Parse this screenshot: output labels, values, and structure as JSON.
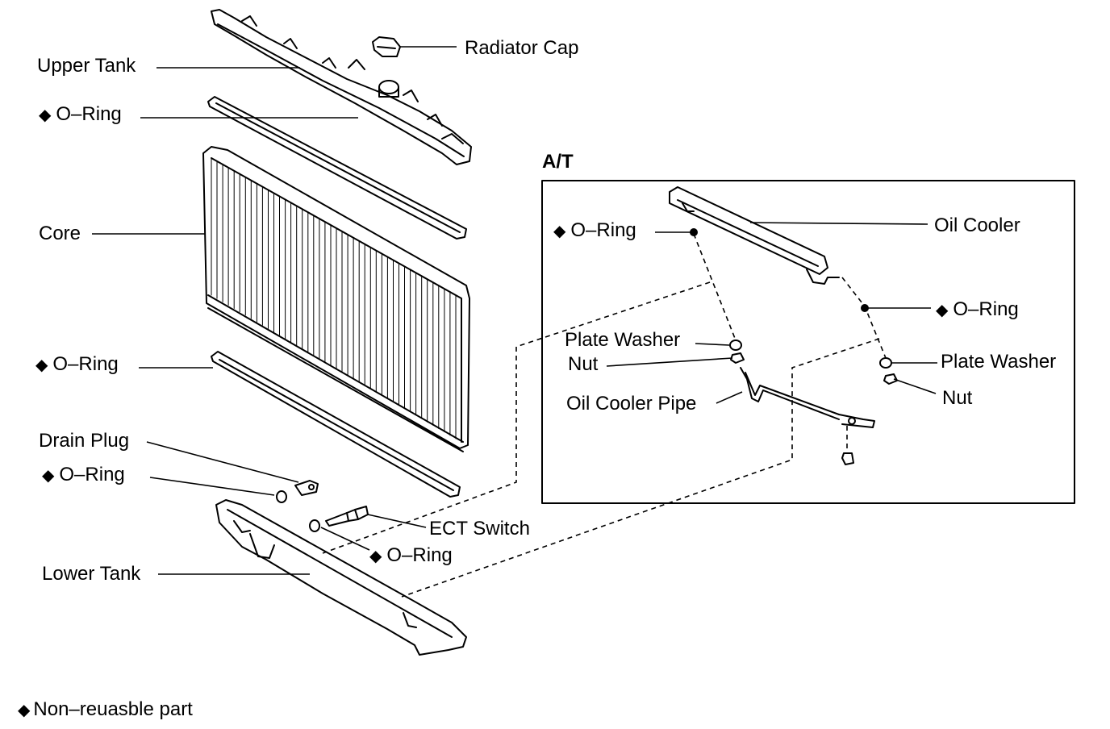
{
  "labels": {
    "upper_tank": "Upper Tank",
    "radiator_cap": "Radiator Cap",
    "o_ring_upper": "O–Ring",
    "core": "Core",
    "o_ring_lower": "O–Ring",
    "drain_plug": "Drain Plug",
    "o_ring_drain": "O–Ring",
    "ect_switch": "ECT Switch",
    "o_ring_ect": "O–Ring",
    "lower_tank": "Lower Tank",
    "oil_cooler": "Oil Cooler",
    "o_ring_at_left": "O–Ring",
    "o_ring_at_right": "O–Ring",
    "plate_washer_left": "Plate Washer",
    "nut_left": "Nut",
    "oil_cooler_pipe": "Oil Cooler Pipe",
    "plate_washer_right": "Plate Washer",
    "nut_right": "Nut"
  },
  "at_header": "A/T",
  "legend": {
    "symbol": "◆",
    "text": "Non–reuasble part"
  },
  "diamond": "◆"
}
